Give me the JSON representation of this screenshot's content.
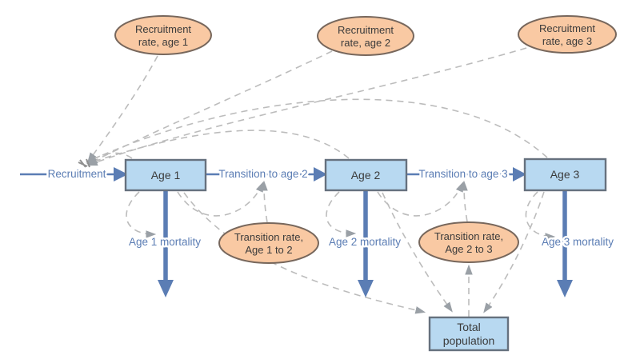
{
  "colors": {
    "stock_fill": "#b8d9f1",
    "stock_border": "#66717e",
    "ellipse_fill": "#f9c9a3",
    "ellipse_border": "#77675c",
    "flow_blue": "#5b7db4",
    "link_gray": "#bcbcbc",
    "arrow_gray": "#9aa0a6",
    "text_dark": "#3b3b3b"
  },
  "stocks": {
    "age1": "Age 1",
    "age2": "Age 2",
    "age3": "Age 3",
    "total_line1": "Total",
    "total_line2": "population"
  },
  "variables": {
    "rec1_line1": "Recruitment",
    "rec1_line2": "rate, age 1",
    "rec2_line1": "Recruitment",
    "rec2_line2": "rate, age 2",
    "rec3_line1": "Recruitment",
    "rec3_line2": "rate, age 3",
    "tr12_line1": "Transition rate,",
    "tr12_line2": "Age 1 to 2",
    "tr23_line1": "Transition rate,",
    "tr23_line2": "Age 2 to 3"
  },
  "flows": {
    "recruitment": "Recruitment",
    "transition12": "Transition to age 2",
    "transition23": "Transition to age 3",
    "mortality1": "Age 1 mortality",
    "mortality2": "Age 2 mortality",
    "mortality3": "Age 3 mortality"
  }
}
